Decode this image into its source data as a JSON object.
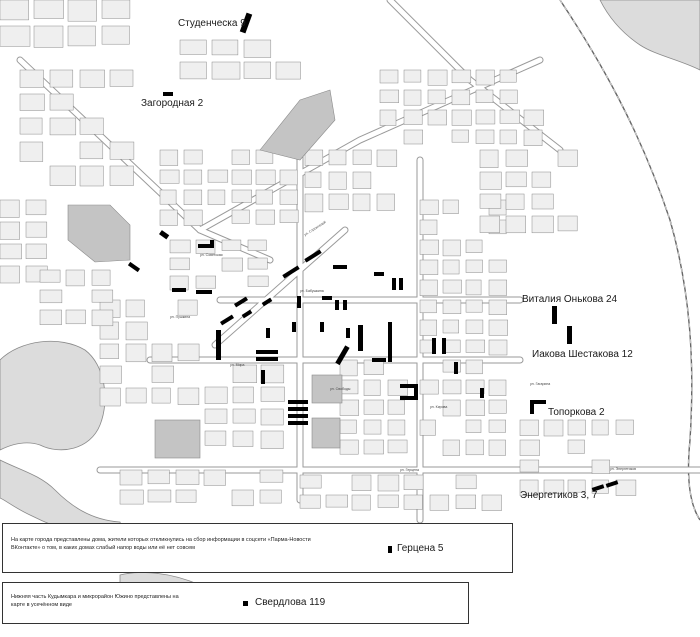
{
  "map": {
    "houses": [
      {
        "label": "Студенческа 9"
      },
      {
        "label": "Загородная 2"
      },
      {
        "label": "Виталия Онькова 24"
      },
      {
        "label": "Иакова Шестакова 12"
      },
      {
        "label": "Топоркова 2"
      },
      {
        "label": "Энергетиков 3, 7"
      }
    ],
    "streets": [
      {
        "name": "ул. Строителей"
      },
      {
        "name": "ул. Советская"
      },
      {
        "name": "ул. Бабушкина"
      },
      {
        "name": "ул. Пушкина"
      },
      {
        "name": "ул. Мира"
      },
      {
        "name": "ул. Кирова"
      },
      {
        "name": "ул. Свободы"
      },
      {
        "name": "ул. Герцена"
      },
      {
        "name": "ул. Энергетиков"
      },
      {
        "name": "ул. Гагарина"
      }
    ],
    "colors": {
      "block_fill": "#efefef",
      "block_stroke": "#8a8a8a",
      "gray_area": "#c4c4c4",
      "water": "#dcdcdc",
      "marker": "#000000"
    }
  },
  "legend_top": {
    "note": "На карте города представлены дома, жители которых откликнулись на сбор информации в соцсети «Парма-Новости ВКонтакте» о том, в каких домах слабый напор воды или её нет совсем",
    "extra_label": "Герцена 5"
  },
  "legend_bottom": {
    "note": "Нижняя часть Кудымкара и микрорайон Южино представлены на карте в усечённом виде",
    "extra_label": "Свердлова 119"
  }
}
